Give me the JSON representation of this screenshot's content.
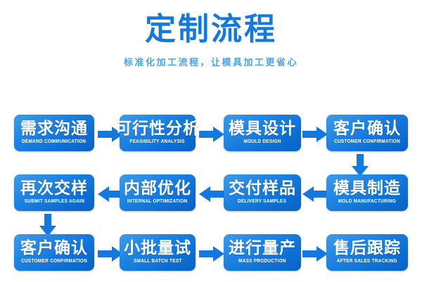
{
  "header": {
    "title": "定制流程",
    "subtitle": "标准化加工流程，让模具加工更省心",
    "title_color": "#1379e0",
    "subtitle_color": "#4aa3ee"
  },
  "theme": {
    "background": "#ffffff",
    "box_gradient_start": "#3d9be9",
    "box_gradient_end": "#0a62c4",
    "arrow_color": "#1379e0",
    "box_text_color": "#ffffff"
  },
  "flow": {
    "rows": [
      {
        "direction": "left-to-right",
        "steps": [
          {
            "cn": "需求沟通",
            "en": "DEMAND COMMUNICATION"
          },
          {
            "cn": "可行性分析",
            "en": "FEASIBILITY ANALYSIS"
          },
          {
            "cn": "模具设计",
            "en": "MOULD DESIGN"
          },
          {
            "cn": "客户确认",
            "en": "CUSTOMER CONFIRMATION"
          }
        ]
      },
      {
        "direction": "right-to-left",
        "steps": [
          {
            "cn": "再次交样",
            "en": "SUBMIT SAMPLES AGAIN"
          },
          {
            "cn": "内部优化",
            "en": "INTERNAL OPTIMIZATION"
          },
          {
            "cn": "交付样品",
            "en": "DELIVERY SAMPLES"
          },
          {
            "cn": "模具制造",
            "en": "MOLD MANUFACTURING"
          }
        ]
      },
      {
        "direction": "left-to-right",
        "steps": [
          {
            "cn": "客户确认",
            "en": "CUSTOMER CONFIRMATION"
          },
          {
            "cn": "小批量试",
            "en": "SMALL BATCH TEST"
          },
          {
            "cn": "进行量产",
            "en": "MASS PRODUCTION"
          },
          {
            "cn": "售后跟踪",
            "en": "AFTER SALES TRACKING"
          }
        ]
      }
    ]
  }
}
